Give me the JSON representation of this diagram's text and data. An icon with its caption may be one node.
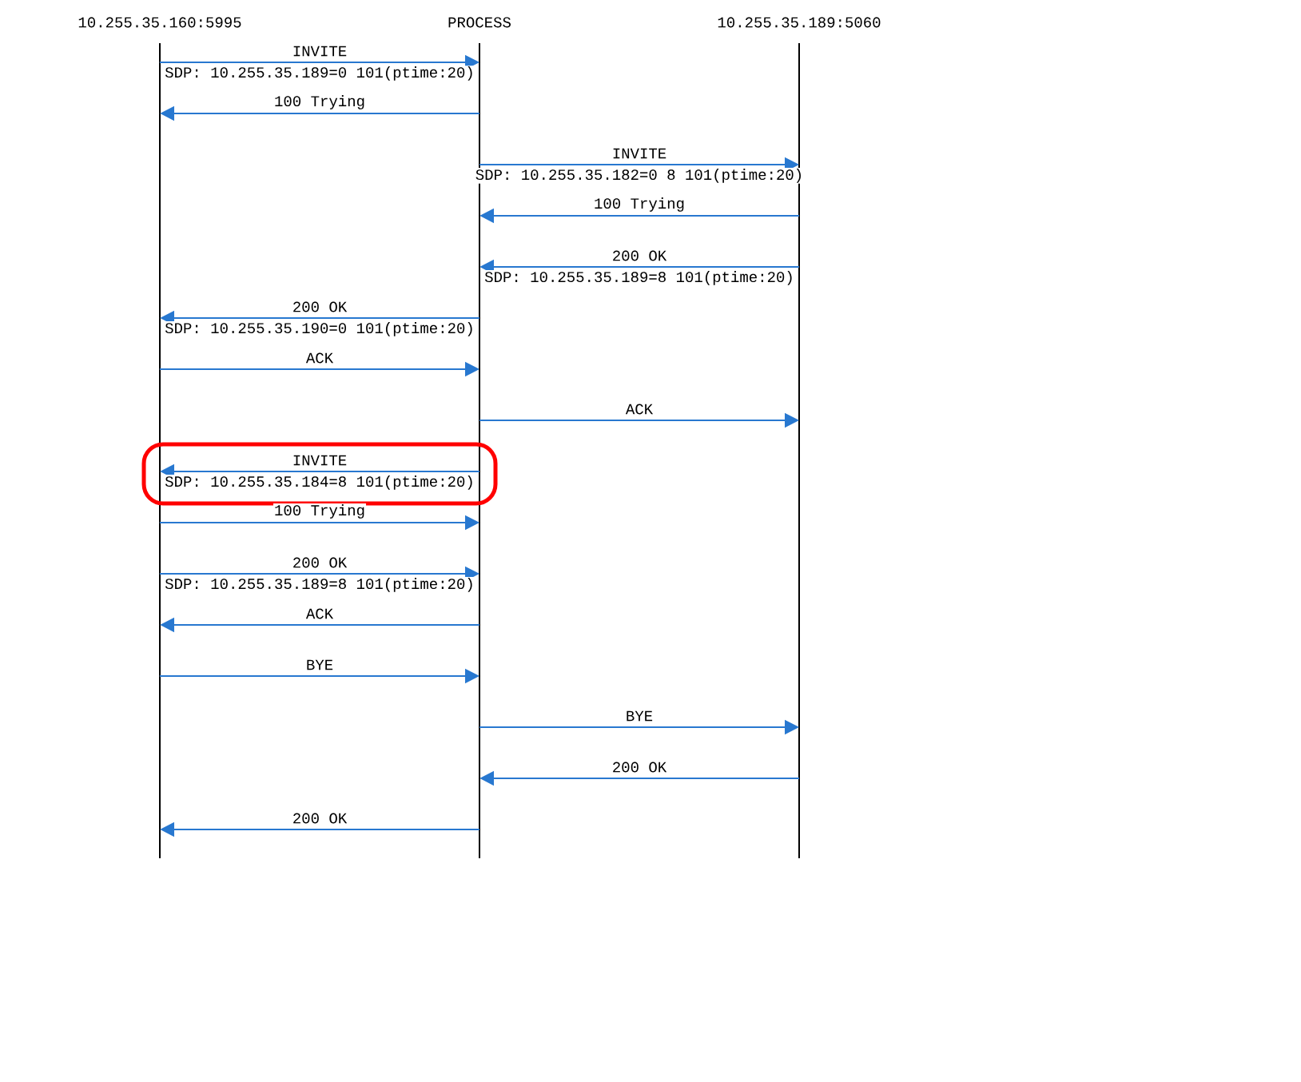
{
  "diagram": {
    "nodes": [
      {
        "text": [
          "10.255.35.160:5995"
        ]
      },
      {
        "text": [
          "PROCESS"
        ]
      },
      {
        "text": [
          "10.255.35.189:5060"
        ]
      }
    ],
    "edges": [
      {
        "from": 0,
        "to": 1,
        "arrow": "to",
        "label": "INVITE"
      },
      {
        "from": 1,
        "to": 0,
        "arrow": "to",
        "label": "100 Trying"
      },
      {
        "from": 1,
        "to": 2,
        "arrow": "to",
        "label": "INVITE"
      },
      {
        "from": 2,
        "to": 1,
        "arrow": "to",
        "label": "100 Trying"
      },
      {
        "from": 2,
        "to": 1,
        "arrow": "to",
        "label": "200 OK"
      },
      {
        "from": 1,
        "to": 0,
        "arrow": "to",
        "label": "200 OK"
      },
      {
        "from": 0,
        "to": 1,
        "arrow": "to",
        "label": "ACK"
      },
      {
        "from": 1,
        "to": 2,
        "arrow": "to",
        "label": "ACK"
      },
      {
        "from": 1,
        "to": 0,
        "arrow": "to",
        "label": "INVITE"
      },
      {
        "from": 0,
        "to": 1,
        "arrow": "to",
        "label": "100 Trying"
      },
      {
        "from": 0,
        "to": 1,
        "arrow": "to",
        "label": "200 OK"
      },
      {
        "from": 1,
        "to": 0,
        "arrow": "to",
        "label": "ACK"
      },
      {
        "from": 0,
        "to": 1,
        "arrow": "to",
        "label": "BYE"
      },
      {
        "from": 1,
        "to": 2,
        "arrow": "to",
        "label": "BYE"
      },
      {
        "from": 2,
        "to": 1,
        "arrow": "to",
        "label": "200 OK"
      },
      {
        "from": 1,
        "to": 0,
        "arrow": "to",
        "label": "200 OK"
      }
    ],
    "labels": [
      "SDP: 10.255.35.189=0 101(ptime:20)",
      "SDP: 10.255.35.182=0 8 101(ptime:20)",
      "SDP: 10.255.35.189=8 101(ptime:20)",
      "SDP: 10.255.35.190=0 101(ptime:20)",
      "SDP: 10.255.35.184=8 101(ptime:20)",
      "SDP: 10.255.35.189=8 101(ptime:20)"
    ]
  }
}
